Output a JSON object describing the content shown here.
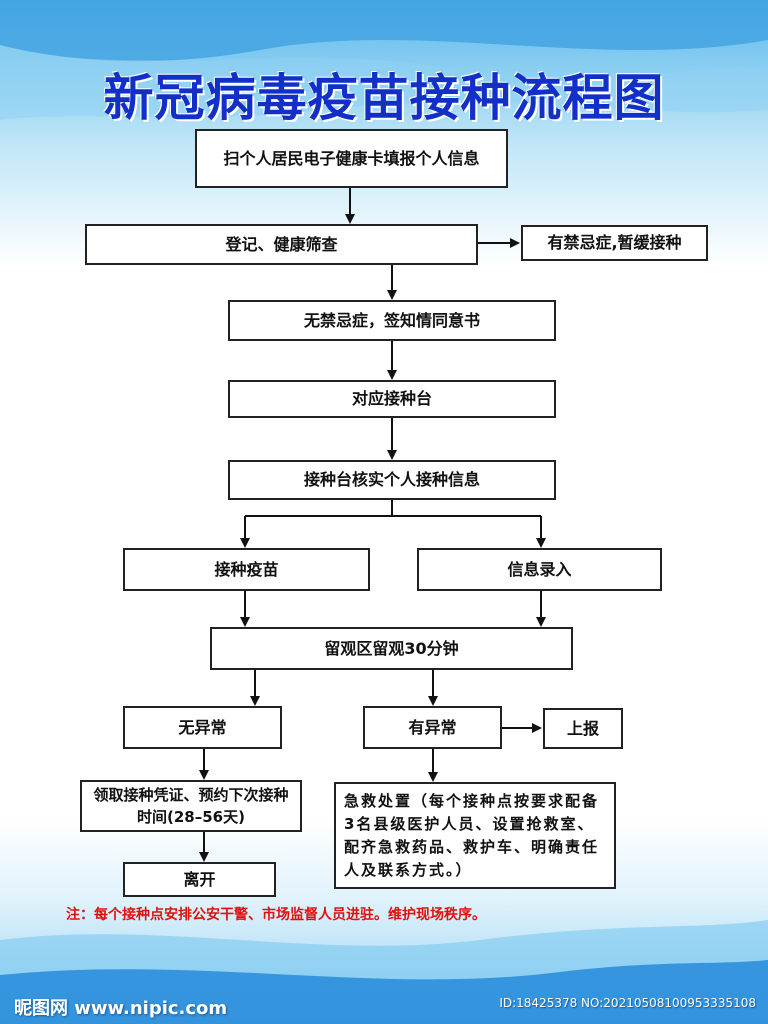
{
  "title": "新冠病毒疫苗接种流程图",
  "nodes": {
    "scan": "扫个人居民电子健康卡填报个人信息",
    "register": "登记、健康筛查",
    "contra": "有禁忌症,暂缓接种",
    "consent": "无禁忌症，签知情同意书",
    "station": "对应接种台",
    "verify": "接种台核实个人接种信息",
    "vaccinate": "接种疫苗",
    "record": "信息录入",
    "observe": "留观区留观30分钟",
    "normal": "无异常",
    "abnormal": "有异常",
    "report": "上报",
    "certificate": "领取接种凭证、预约下次接种时间(28–56天)",
    "emergency": "急救处置（每个接种点按要求配备3名县级医护人员、设置抢救室、配齐急救药品、救护车、明确责任人及联系方式。）",
    "leave": "离开"
  },
  "note": "注：每个接种点安排公安干警、市场监督人员进驻。维护现场秩序。",
  "watermark": {
    "site": "昵图网 www.nipic.com",
    "id": "ID:18425378 NO:20210508100953335108"
  },
  "colors": {
    "title": "#1230c8",
    "note": "#e01010",
    "border": "#222222"
  }
}
